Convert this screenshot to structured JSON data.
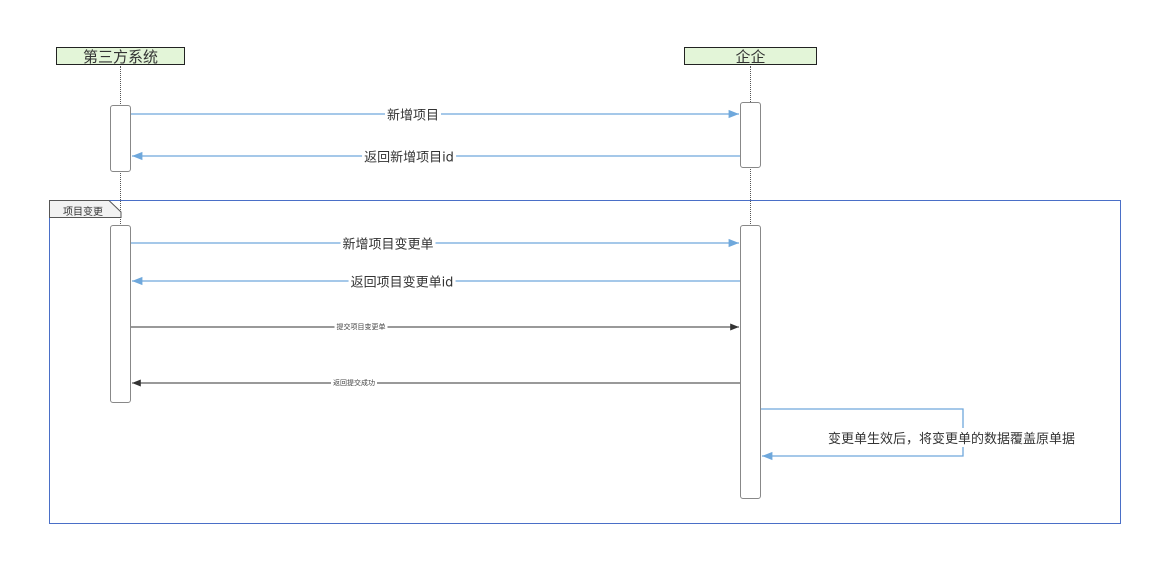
{
  "diagram": {
    "type": "sequence",
    "participants": [
      {
        "id": "third-party",
        "label": "第三方系统"
      },
      {
        "id": "qiqi",
        "label": "企企"
      }
    ],
    "fragment": {
      "label": "项目变更"
    },
    "messages": [
      {
        "from": "third-party",
        "to": "qiqi",
        "label": "新增项目",
        "style": "blue"
      },
      {
        "from": "qiqi",
        "to": "third-party",
        "label": "返回新增项目id",
        "style": "blue"
      },
      {
        "from": "third-party",
        "to": "qiqi",
        "label": "新增项目变更单",
        "style": "blue"
      },
      {
        "from": "qiqi",
        "to": "third-party",
        "label": "返回项目变更单id",
        "style": "blue"
      },
      {
        "from": "third-party",
        "to": "qiqi",
        "label": "提交项目变更单",
        "style": "dark"
      },
      {
        "from": "qiqi",
        "to": "third-party",
        "label": "返回提交成功",
        "style": "dark"
      },
      {
        "from": "qiqi",
        "to": "qiqi",
        "label": "变更单生效后，将变更单的数据覆盖原单据",
        "style": "blue"
      }
    ],
    "colors": {
      "participant_fill": "#e3f5d8",
      "blue_arrow": "#6fa8dc",
      "dark_arrow": "#333333",
      "frame_border": "#4a6fc7"
    }
  }
}
